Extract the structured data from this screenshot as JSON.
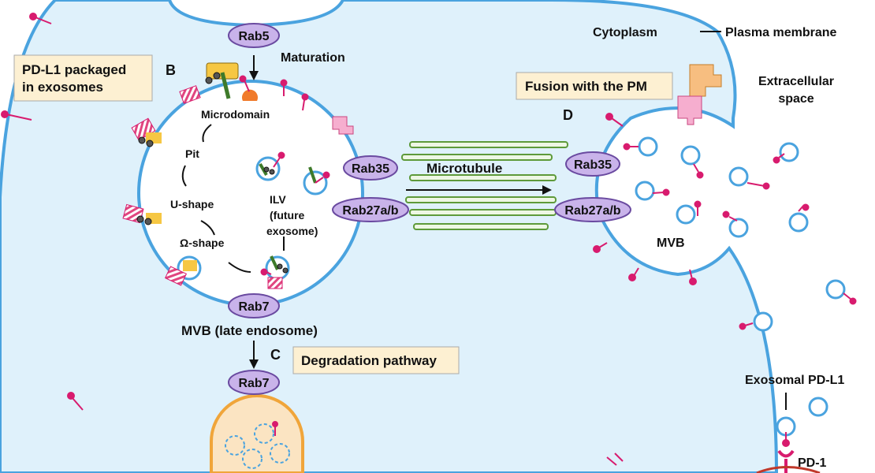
{
  "labels": {
    "cytoplasm": "Cytoplasm",
    "plasma_membrane": "Plasma membrane",
    "extracellular_line1": "Extracellular",
    "extracellular_line2": "space",
    "maturation": "Maturation",
    "panel_b": "B",
    "panel_c": "C",
    "panel_d": "D",
    "microdomain": "Microdomain",
    "pit": "Pit",
    "u_shape": "U-shape",
    "omega_shape": "Ω-shape",
    "ilv_line1": "ILV",
    "ilv_line2": "(future",
    "ilv_line3": "exosome)",
    "mvb_late_endosome": "MVB (late endosome)",
    "microtubule": "Microtubule",
    "mvb": "MVB",
    "exosomal_pdl1": "Exosomal PD-L1",
    "pd1": "PD-1"
  },
  "boxes": {
    "pdl1_packaged_line1": "PD-L1 packaged",
    "pdl1_packaged_line2": "in exosomes",
    "fusion": "Fusion with the PM",
    "degradation": "Degradation pathway"
  },
  "rabs": {
    "rab5": "Rab5",
    "rab7_mvb": "Rab7",
    "rab7_lysosome": "Rab7",
    "rab35_left": "Rab35",
    "rab27_left": "Rab27a/b",
    "rab35_right": "Rab35",
    "rab27_right": "Rab27a/b"
  },
  "colors": {
    "cell_fill": "#dff1fb",
    "membrane": "#4aa3df",
    "rab_fill": "#c9b3ea",
    "rab_stroke": "#6a4aa0",
    "box_fill": "#fdf0d2",
    "pdl1": "#d81b6e",
    "microtubule": "#5e9a3a",
    "lysosome": "#f0a53a"
  }
}
